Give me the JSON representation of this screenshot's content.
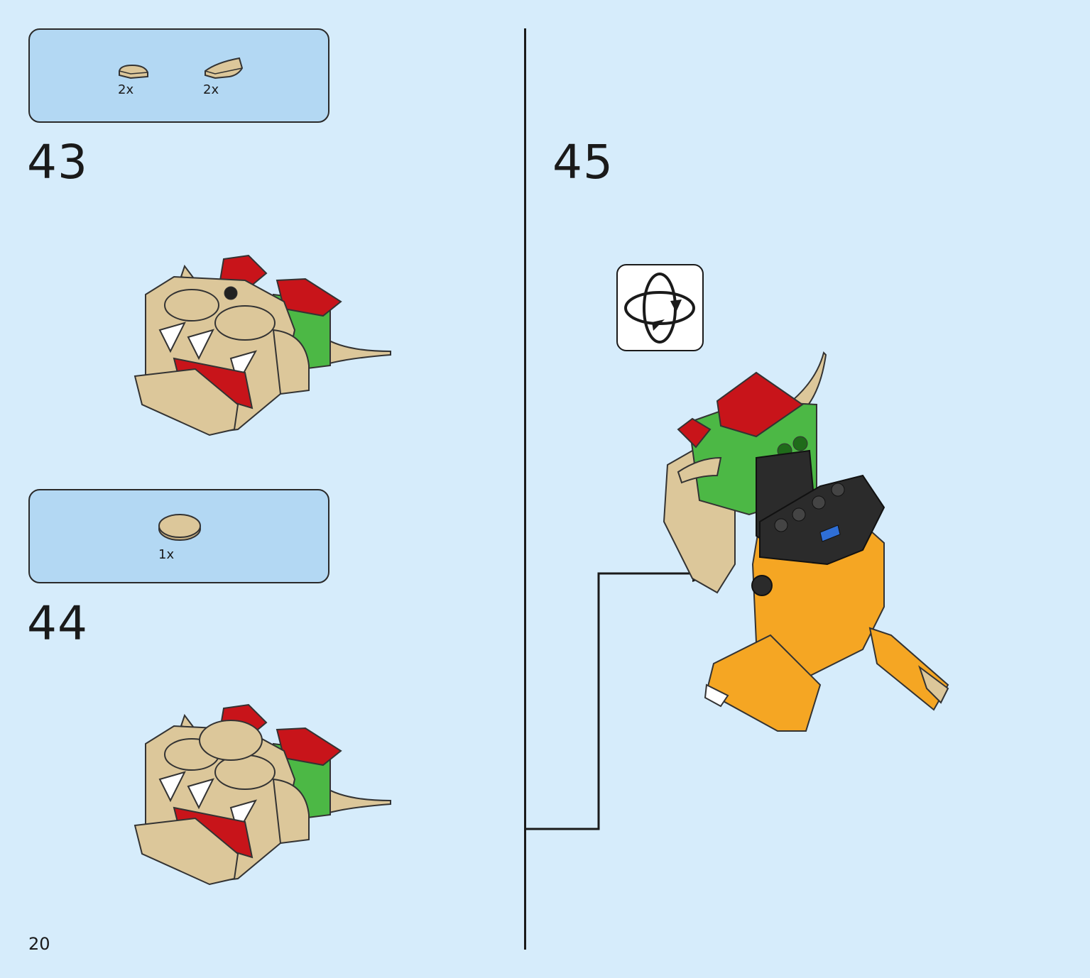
{
  "page": {
    "number": "20"
  },
  "steps": [
    {
      "number": "43",
      "parts": [
        {
          "name": "tan-quarter-tile",
          "qty": "2x",
          "color": "#dcc79a"
        },
        {
          "name": "tan-curved-slope-tile",
          "qty": "2x",
          "color": "#dcc79a"
        }
      ]
    },
    {
      "number": "44",
      "parts": [
        {
          "name": "tan-round-tile",
          "qty": "1x",
          "color": "#dcc79a"
        }
      ]
    },
    {
      "number": "45",
      "parts": []
    }
  ],
  "rotate_icon": "rotate-model-icon",
  "colors": {
    "background": "#d6ecfb",
    "parts_box": "#b3d8f3",
    "tan": "#dcc79a",
    "red": "#c8141a",
    "green": "#4cb845",
    "orange": "#f5a623",
    "black": "#2b2b2b"
  }
}
